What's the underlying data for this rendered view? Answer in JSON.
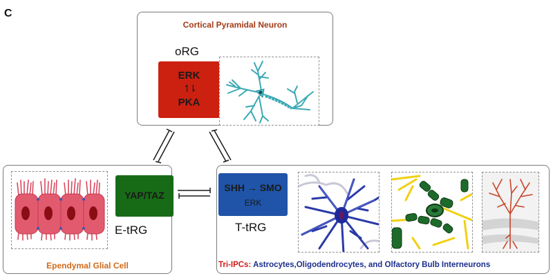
{
  "panel_label": "C",
  "top_box": {
    "title": "Cortical Pyramidal Neuron",
    "cell_label": "oRG",
    "signal": {
      "line1": "ERK",
      "arrows": "⇅",
      "line2": "PKA",
      "color": "#cc2010"
    },
    "image": "pyramidal-neuron-illustration"
  },
  "left_box": {
    "caption": "Ependymal Glial Cell",
    "cell_label": "E-tRG",
    "signal": {
      "text": "YAP/TAZ",
      "color": "#176b16"
    },
    "image": "ependymal-cells-illustration"
  },
  "right_box": {
    "cell_label": "T-tRG",
    "signal": {
      "line1": "SHH → SMO",
      "line2": "ERK",
      "color": "#1f54a8"
    },
    "caption_prefix": "Tri-IPCs:",
    "caption_rest": " Astrocytes,Oligodendrocytes, and Olfactory Bulb Interneurons",
    "images": [
      "astrocyte-illustration",
      "oligodendrocyte-illustration",
      "olfactory-interneuron-illustration"
    ]
  },
  "connectors": [
    {
      "from": "top_box",
      "to": "left_box",
      "type": "mutual-inhibition"
    },
    {
      "from": "top_box",
      "to": "right_box",
      "type": "mutual-inhibition"
    },
    {
      "from": "left_box",
      "to": "right_box",
      "type": "mutual-inhibition"
    }
  ]
}
